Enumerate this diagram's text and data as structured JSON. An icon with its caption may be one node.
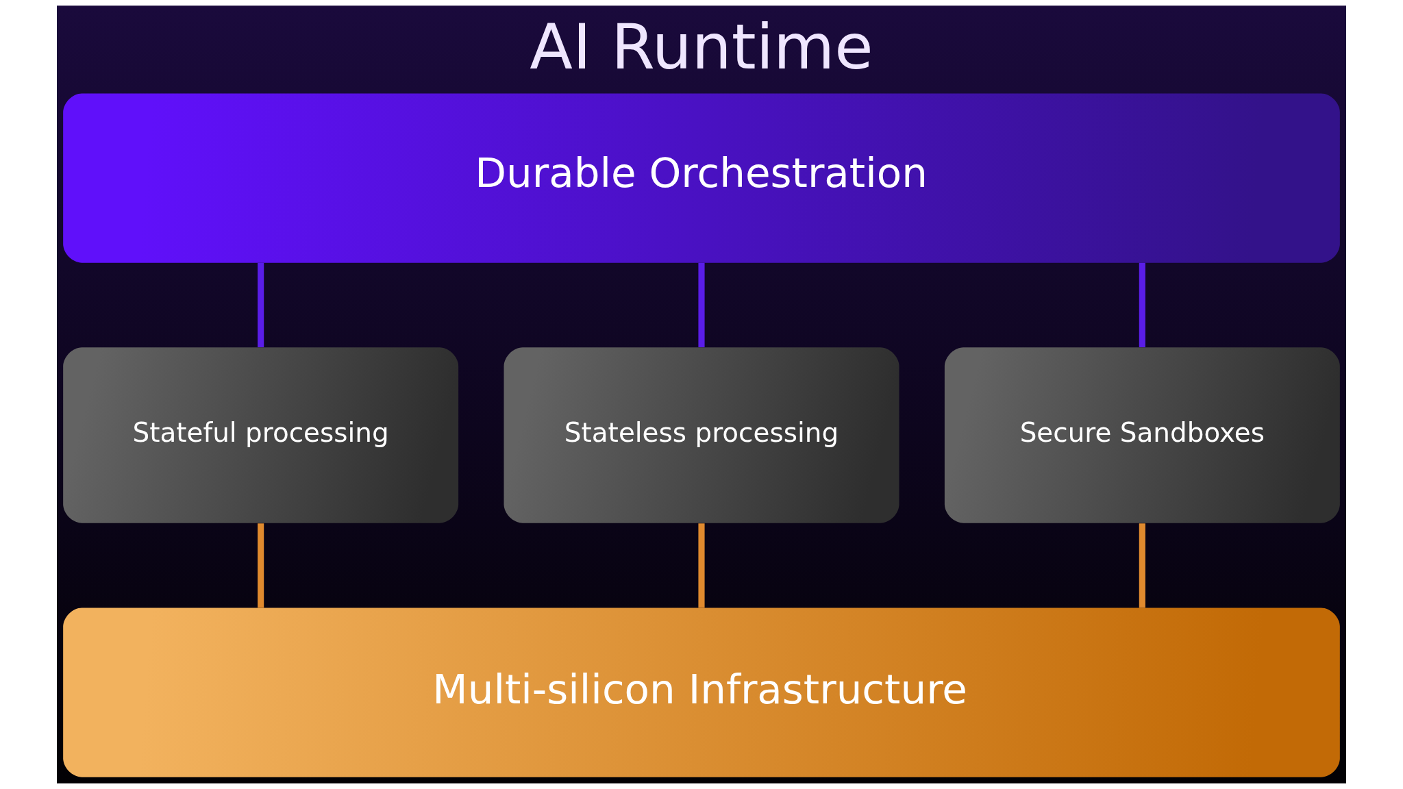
{
  "diagram": {
    "title": "AI Runtime",
    "nodes": [
      {
        "text": [
          "Durable Orchestration"
        ]
      },
      {
        "text": [
          "Stateful processing"
        ]
      },
      {
        "text": [
          "Stateless processing"
        ]
      },
      {
        "text": [
          "Secure Sandboxes"
        ]
      },
      {
        "text": [
          "Multi-silicon Infrastructure"
        ]
      }
    ],
    "edges": [
      {
        "from": 0,
        "to": 1,
        "arrow": "none",
        "color": "#5a1de8"
      },
      {
        "from": 0,
        "to": 2,
        "arrow": "none",
        "color": "#5a1de8"
      },
      {
        "from": 0,
        "to": 3,
        "arrow": "none",
        "color": "#5a1de8"
      },
      {
        "from": 1,
        "to": 4,
        "arrow": "none",
        "color": "#e08a2e"
      },
      {
        "from": 2,
        "to": 4,
        "arrow": "none",
        "color": "#e08a2e"
      },
      {
        "from": 3,
        "to": 4,
        "arrow": "none",
        "color": "#e08a2e"
      }
    ]
  }
}
